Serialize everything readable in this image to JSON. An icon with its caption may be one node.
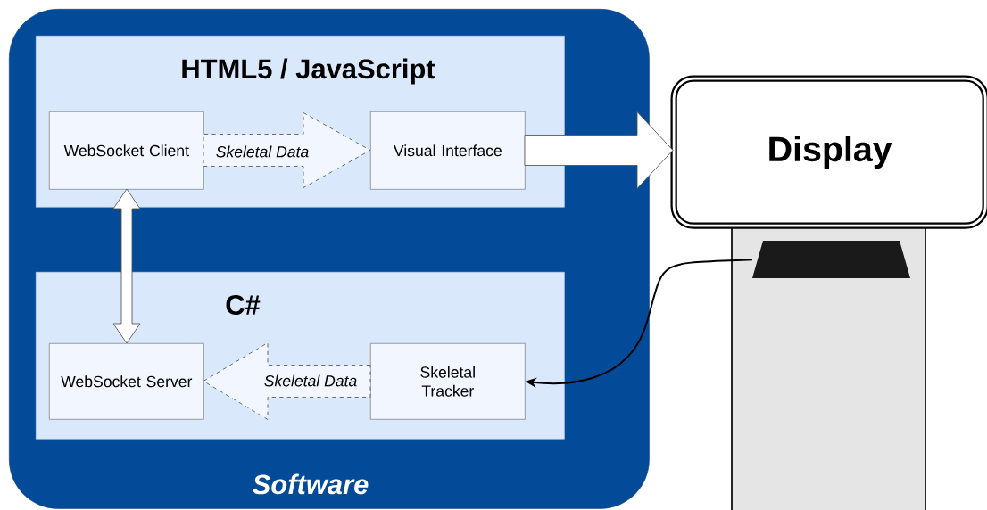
{
  "diagram": {
    "nodes": [
      {
        "text": [
          "Software"
        ]
      },
      {
        "text": [
          "HTML5 / JavaScript"
        ],
        "in": 0
      },
      {
        "text": [
          "WebSocket Client"
        ],
        "in": 1
      },
      {
        "text": [
          "Visual Interface"
        ],
        "in": 1
      },
      {
        "text": [
          "C#"
        ],
        "in": 0
      },
      {
        "text": [
          "WebSocket Server"
        ],
        "in": 4
      },
      {
        "text": [
          "Skeletal Tracker"
        ],
        "in": 4
      },
      {
        "text": [
          "Display"
        ]
      },
      {
        "text": [],
        "shape": "trapezoid"
      }
    ],
    "edges": [
      {
        "from": 2,
        "to": 3,
        "arrow": "to",
        "label": "Skeletal Data",
        "style": "dashed"
      },
      {
        "from": 3,
        "to": 7,
        "arrow": "to"
      },
      {
        "from": 2,
        "to": 5,
        "arrow": "both"
      },
      {
        "from": 6,
        "to": 5,
        "arrow": "to",
        "label": "Skeletal Data",
        "style": "dashed"
      },
      {
        "from": 8,
        "to": 6,
        "arrow": "to"
      }
    ]
  }
}
